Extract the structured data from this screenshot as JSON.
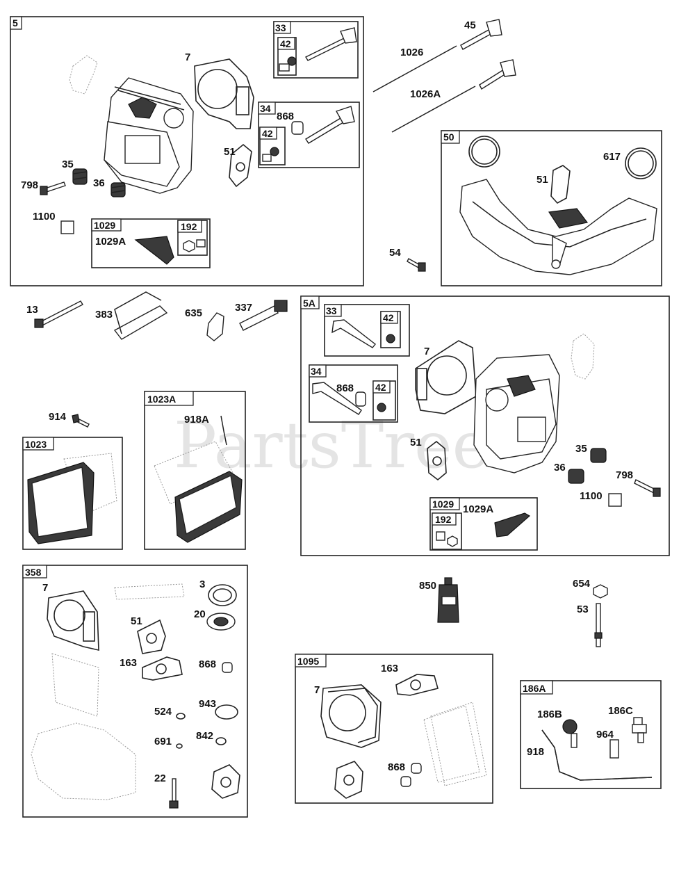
{
  "watermark": "PartsTree",
  "groups": {
    "g5": {
      "tag": "5"
    },
    "g33": {
      "tag": "33"
    },
    "g42a": {
      "tag": "42"
    },
    "g34": {
      "tag": "34"
    },
    "g42b": {
      "tag": "42"
    },
    "g1029": {
      "tag": "1029"
    },
    "g192": {
      "tag": "192"
    },
    "g50": {
      "tag": "50"
    },
    "g5A": {
      "tag": "5A"
    },
    "g33b": {
      "tag": "33"
    },
    "g42c": {
      "tag": "42"
    },
    "g34b": {
      "tag": "34"
    },
    "g42d": {
      "tag": "42"
    },
    "g1029b": {
      "tag": "1029"
    },
    "g192b": {
      "tag": "192"
    },
    "g1023A": {
      "tag": "1023A"
    },
    "g1023": {
      "tag": "1023"
    },
    "g358": {
      "tag": "358"
    },
    "g1095": {
      "tag": "1095"
    },
    "g186A": {
      "tag": "186A"
    }
  },
  "callouts": {
    "c7a": "7",
    "c868a": "868",
    "c51a": "51",
    "c35a": "35",
    "c36a": "36",
    "c798a": "798",
    "c1100a": "1100",
    "c1029Aa": "1029A",
    "c45": "45",
    "c1026": "1026",
    "c1026A": "1026A",
    "c51b": "51",
    "c617": "617",
    "c54": "54",
    "c13": "13",
    "c383": "383",
    "c635": "635",
    "c337": "337",
    "c7b": "7",
    "c868b": "868",
    "c51c": "51",
    "c35b": "35",
    "c36b": "36",
    "c798b": "798",
    "c1100b": "1100",
    "c1029Ab": "1029A",
    "c914": "914",
    "c918A": "918A",
    "c7c": "7",
    "c3": "3",
    "c51d": "51",
    "c20": "20",
    "c163a": "163",
    "c868c": "868",
    "c524": "524",
    "c943": "943",
    "c691": "691",
    "c842": "842",
    "c22": "22",
    "c850": "850",
    "c654": "654",
    "c53": "53",
    "c163b": "163",
    "c7d": "7",
    "c868d": "868",
    "c186B": "186B",
    "c186C": "186C",
    "c964": "964",
    "c918": "918"
  }
}
